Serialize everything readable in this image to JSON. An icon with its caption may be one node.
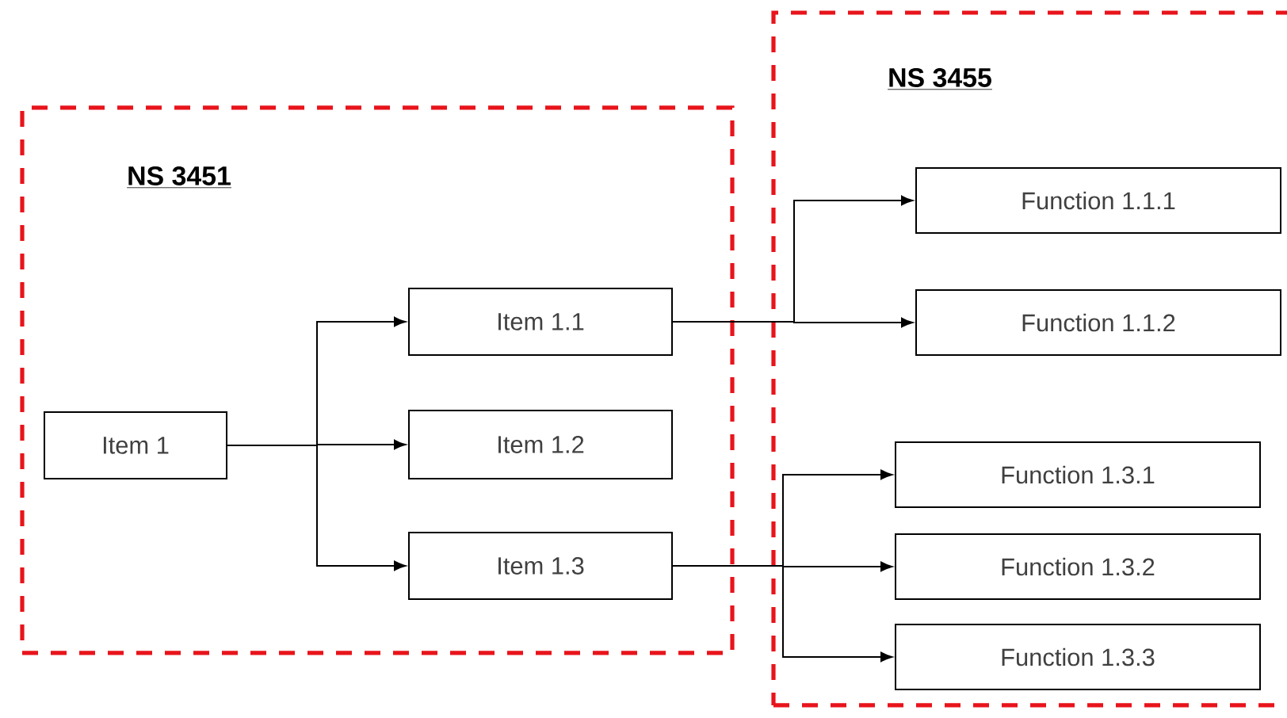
{
  "diagram": {
    "nodes": [
      {
        "text": [
          "NS 3451"
        ]
      },
      {
        "text": [
          "Item 1"
        ],
        "in": 0
      },
      {
        "text": [
          "Item 1.1"
        ],
        "in": 0
      },
      {
        "text": [
          "Item 1.2"
        ],
        "in": 0
      },
      {
        "text": [
          "Item 1.3"
        ],
        "in": 0
      },
      {
        "text": [
          "NS 3455"
        ]
      },
      {
        "text": [
          "Function 1.1.1"
        ],
        "in": 5
      },
      {
        "text": [
          "Function 1.1.2"
        ],
        "in": 5
      },
      {
        "text": [
          "Function 1.3.1"
        ],
        "in": 5
      },
      {
        "text": [
          "Function 1.3.2"
        ],
        "in": 5
      },
      {
        "text": [
          "Function 1.3.3"
        ],
        "in": 5
      }
    ],
    "edges": [
      {
        "from": 1,
        "to": 2,
        "arrow": "to"
      },
      {
        "from": 1,
        "to": 3,
        "arrow": "to"
      },
      {
        "from": 1,
        "to": 4,
        "arrow": "to"
      },
      {
        "from": 2,
        "to": 6,
        "arrow": "to"
      },
      {
        "from": 2,
        "to": 7,
        "arrow": "to"
      },
      {
        "from": 4,
        "to": 8,
        "arrow": "to"
      },
      {
        "from": 4,
        "to": 9,
        "arrow": "to"
      },
      {
        "from": 4,
        "to": 10,
        "arrow": "to"
      }
    ]
  }
}
